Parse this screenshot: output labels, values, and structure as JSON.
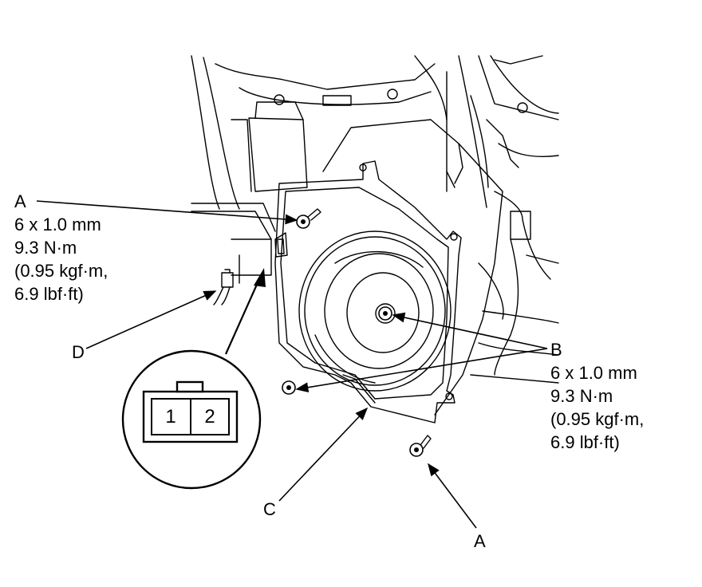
{
  "labels": {
    "a_top": {
      "letter": "A",
      "size": "6 x 1.0 mm",
      "torque_nm": "9.3 N·m",
      "torque_kgf": "(0.95 kgf·m,",
      "torque_lbf": "6.9 lbf·ft)"
    },
    "b": {
      "letter": "B",
      "size": "6 x 1.0 mm",
      "torque_nm": "9.3 N·m",
      "torque_kgf": "(0.95 kgf·m,",
      "torque_lbf": "6.9 lbf·ft)"
    },
    "c": {
      "letter": "C"
    },
    "d": {
      "letter": "D"
    },
    "a_bottom": {
      "letter": "A"
    }
  },
  "connector": {
    "pin_1": "1",
    "pin_2": "2"
  }
}
